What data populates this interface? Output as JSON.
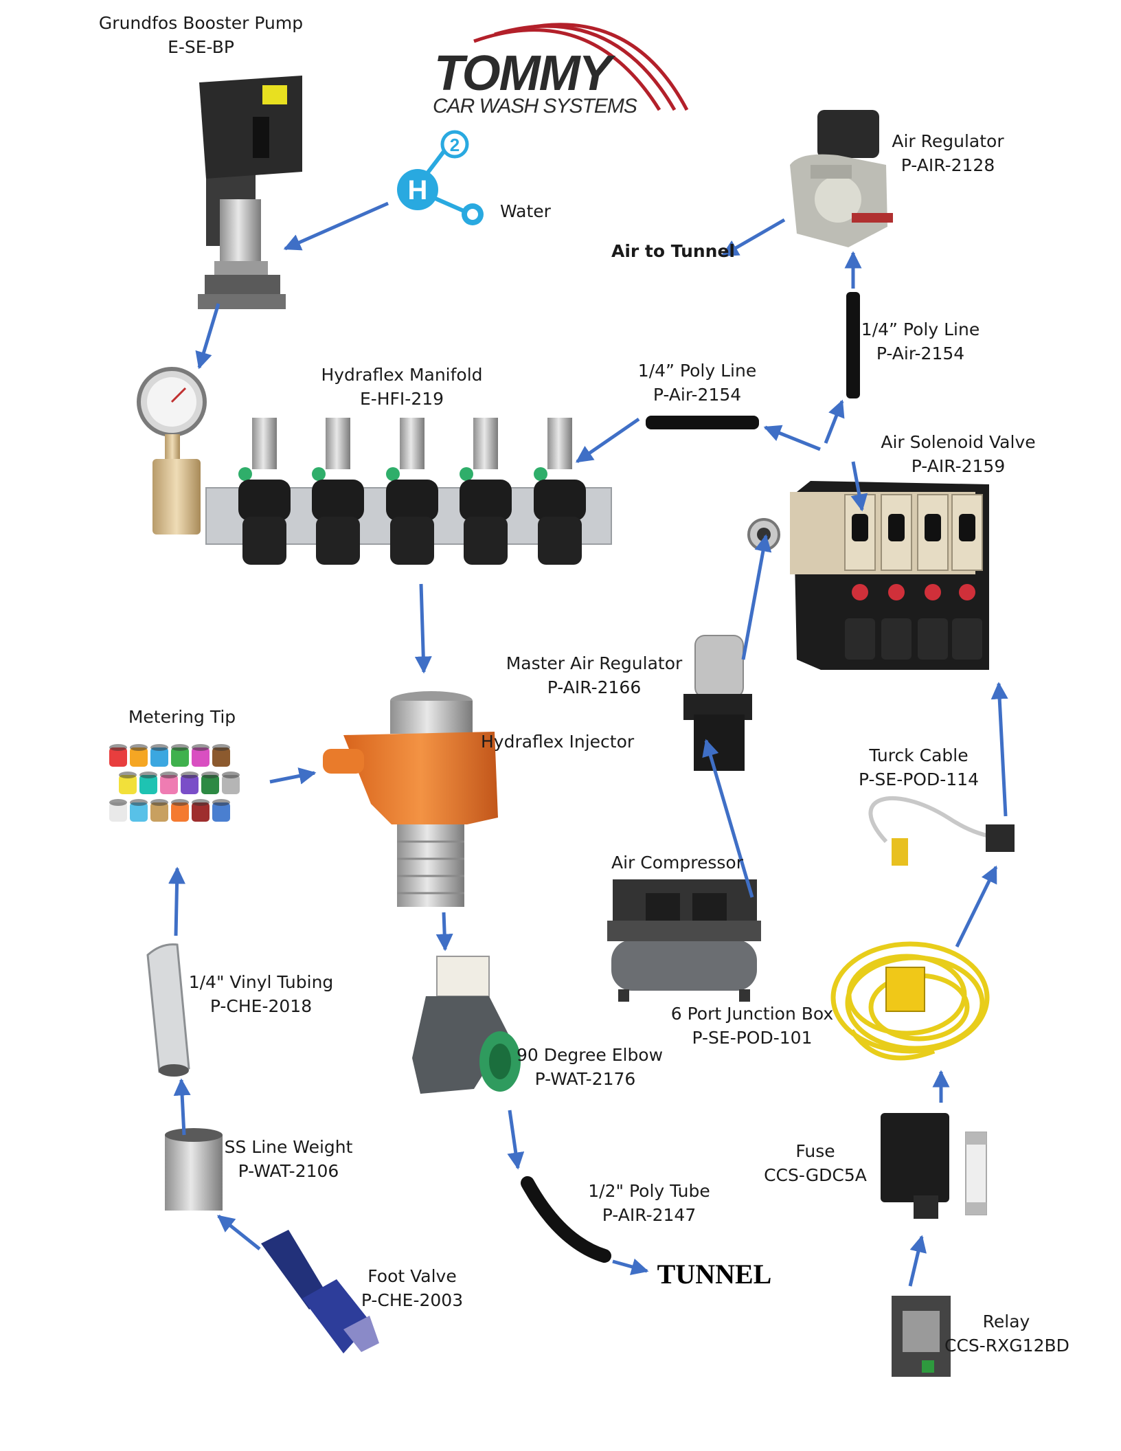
{
  "brand": {
    "name": "TOMMY",
    "tagline": "CAR WASH SYSTEMS",
    "colors": {
      "arc": "#b3202a",
      "text": "#2b2b2b"
    }
  },
  "colors": {
    "arrow": "#3f6fc6"
  },
  "components": {
    "booster_pump": {
      "name": "Grundfos Booster Pump",
      "code": "E-SE-BP",
      "icon": "vertical-pump-icon"
    },
    "water": {
      "name": "Water",
      "icon": "h2o-molecule-icon"
    },
    "air_regulator": {
      "name": "Air Regulator",
      "code": "P-AIR-2128",
      "icon": "air-regulator-icon"
    },
    "air_to_tunnel": {
      "name": "Air to Tunnel"
    },
    "poly_line_vertical": {
      "name": "1/4” Poly Line",
      "code": "P-Air-2154",
      "icon": "poly-tube-icon"
    },
    "poly_line_horizontal": {
      "name": "1/4” Poly Line",
      "code": "P-Air-2154",
      "icon": "poly-tube-icon"
    },
    "manifold": {
      "name": "Hydraflex Manifold",
      "code": "E-HFI-219",
      "icon": "manifold-icon"
    },
    "solenoid_valve": {
      "name": "Air Solenoid Valve",
      "code": "P-AIR-2159",
      "icon": "solenoid-valve-bank-icon"
    },
    "master_regulator": {
      "name": "Master Air Regulator",
      "code": "P-AIR-2166",
      "icon": "master-regulator-icon"
    },
    "metering_tip": {
      "name": "Metering Tip",
      "icon": "metering-tips-icon"
    },
    "injector": {
      "name": "Hydraflex Injector",
      "icon": "injector-icon"
    },
    "turck_cable": {
      "name": "Turck Cable",
      "code": "P-SE-POD-114",
      "icon": "cable-icon"
    },
    "air_compressor": {
      "name": "Air Compressor",
      "icon": "air-compressor-icon"
    },
    "vinyl_tubing": {
      "name": "1/4\" Vinyl Tubing",
      "code": "P-CHE-2018",
      "icon": "vinyl-tube-icon"
    },
    "junction_box": {
      "name": "6 Port Junction Box",
      "code": "P-SE-POD-101",
      "icon": "junction-box-icon"
    },
    "elbow": {
      "name": "90 Degree Elbow",
      "code": "P-WAT-2176",
      "icon": "elbow-fitting-icon"
    },
    "line_weight": {
      "name": "SS Line Weight",
      "code": "P-WAT-2106",
      "icon": "line-weight-icon"
    },
    "fuse": {
      "name": "Fuse",
      "code": "CCS-GDC5A",
      "icon": "fuse-holder-icon"
    },
    "poly_tube": {
      "name": "1/2\" Poly Tube",
      "code": "P-AIR-2147",
      "icon": "poly-tube-icon"
    },
    "tunnel": {
      "name": "TUNNEL"
    },
    "foot_valve": {
      "name": "Foot Valve",
      "code": "P-CHE-2003",
      "icon": "foot-valve-icon"
    },
    "relay": {
      "name": "Relay",
      "code": "CCS-RXG12BD",
      "icon": "relay-icon"
    }
  }
}
